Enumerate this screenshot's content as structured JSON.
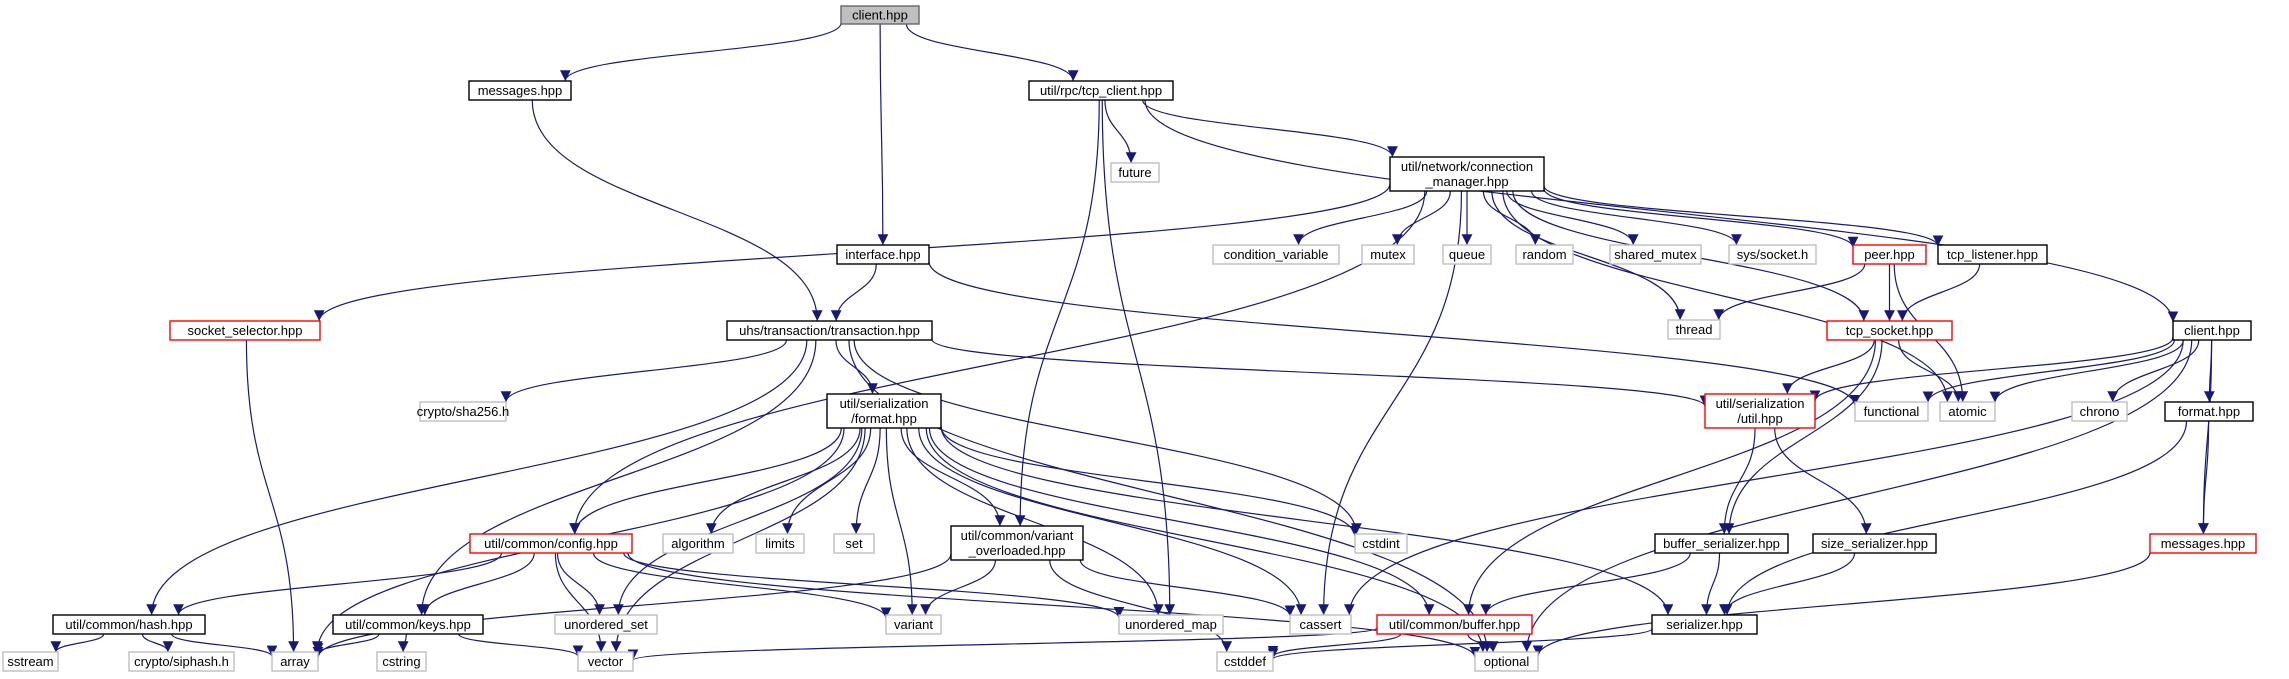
{
  "colors": {
    "edge": "#191970",
    "node_border": "#000000",
    "node_border_red": "#ff0000",
    "node_border_gray": "#bfbfbf",
    "root_fill": "#bfbfbf",
    "node_fill": "#ffffff"
  },
  "nodes": [
    {
      "id": "client",
      "lines": [
        "client.hpp"
      ],
      "style": "root"
    },
    {
      "id": "messages_top",
      "lines": [
        "messages.hpp"
      ],
      "style": "black"
    },
    {
      "id": "tcp_client",
      "lines": [
        "util/rpc/tcp_client.hpp"
      ],
      "style": "black"
    },
    {
      "id": "future",
      "lines": [
        "future"
      ],
      "style": "gray"
    },
    {
      "id": "conn_mgr",
      "lines": [
        "util/network/connection",
        "_manager.hpp"
      ],
      "style": "black"
    },
    {
      "id": "interface",
      "lines": [
        "interface.hpp"
      ],
      "style": "black"
    },
    {
      "id": "transaction",
      "lines": [
        "uhs/transaction/transaction.hpp"
      ],
      "style": "black"
    },
    {
      "id": "socket_selector",
      "lines": [
        "socket_selector.hpp"
      ],
      "style": "red"
    },
    {
      "id": "condition_variable",
      "lines": [
        "condition_variable"
      ],
      "style": "gray"
    },
    {
      "id": "mutex",
      "lines": [
        "mutex"
      ],
      "style": "gray"
    },
    {
      "id": "queue",
      "lines": [
        "queue"
      ],
      "style": "gray"
    },
    {
      "id": "random",
      "lines": [
        "random"
      ],
      "style": "gray"
    },
    {
      "id": "shared_mutex",
      "lines": [
        "shared_mutex"
      ],
      "style": "gray"
    },
    {
      "id": "sys_socket",
      "lines": [
        "sys/socket.h"
      ],
      "style": "gray"
    },
    {
      "id": "peer",
      "lines": [
        "peer.hpp"
      ],
      "style": "red"
    },
    {
      "id": "tcp_listener",
      "lines": [
        "tcp_listener.hpp"
      ],
      "style": "black"
    },
    {
      "id": "thread",
      "lines": [
        "thread"
      ],
      "style": "gray"
    },
    {
      "id": "tcp_socket",
      "lines": [
        "tcp_socket.hpp"
      ],
      "style": "red"
    },
    {
      "id": "client2",
      "lines": [
        "client.hpp"
      ],
      "style": "black"
    },
    {
      "id": "crypto_sha256",
      "lines": [
        "crypto/sha256.h"
      ],
      "style": "gray"
    },
    {
      "id": "format",
      "lines": [
        "util/serialization",
        "/format.hpp"
      ],
      "style": "black"
    },
    {
      "id": "ser_util",
      "lines": [
        "util/serialization",
        "/util.hpp"
      ],
      "style": "red"
    },
    {
      "id": "functional",
      "lines": [
        "functional"
      ],
      "style": "gray"
    },
    {
      "id": "atomic",
      "lines": [
        "atomic"
      ],
      "style": "gray"
    },
    {
      "id": "chrono",
      "lines": [
        "chrono"
      ],
      "style": "gray"
    },
    {
      "id": "format2",
      "lines": [
        "format.hpp"
      ],
      "style": "black"
    },
    {
      "id": "config",
      "lines": [
        "util/common/config.hpp"
      ],
      "style": "red"
    },
    {
      "id": "algorithm",
      "lines": [
        "algorithm"
      ],
      "style": "gray"
    },
    {
      "id": "limits",
      "lines": [
        "limits"
      ],
      "style": "gray"
    },
    {
      "id": "set",
      "lines": [
        "set"
      ],
      "style": "gray"
    },
    {
      "id": "variant_overloaded",
      "lines": [
        "util/common/variant",
        "_overloaded.hpp"
      ],
      "style": "black"
    },
    {
      "id": "cstdint",
      "lines": [
        "cstdint"
      ],
      "style": "gray"
    },
    {
      "id": "buffer_serializer",
      "lines": [
        "buffer_serializer.hpp"
      ],
      "style": "black"
    },
    {
      "id": "size_serializer",
      "lines": [
        "size_serializer.hpp"
      ],
      "style": "black"
    },
    {
      "id": "messages2",
      "lines": [
        "messages.hpp"
      ],
      "style": "red"
    },
    {
      "id": "hash",
      "lines": [
        "util/common/hash.hpp"
      ],
      "style": "black"
    },
    {
      "id": "keys",
      "lines": [
        "util/common/keys.hpp"
      ],
      "style": "black"
    },
    {
      "id": "unordered_set",
      "lines": [
        "unordered_set"
      ],
      "style": "gray"
    },
    {
      "id": "variant",
      "lines": [
        "variant"
      ],
      "style": "gray"
    },
    {
      "id": "unordered_map",
      "lines": [
        "unordered_map"
      ],
      "style": "gray"
    },
    {
      "id": "cassert",
      "lines": [
        "cassert"
      ],
      "style": "gray"
    },
    {
      "id": "buffer",
      "lines": [
        "util/common/buffer.hpp"
      ],
      "style": "red"
    },
    {
      "id": "serializer",
      "lines": [
        "serializer.hpp"
      ],
      "style": "black"
    },
    {
      "id": "sstream",
      "lines": [
        "sstream"
      ],
      "style": "gray"
    },
    {
      "id": "crypto_siphash",
      "lines": [
        "crypto/siphash.h"
      ],
      "style": "gray"
    },
    {
      "id": "array",
      "lines": [
        "array"
      ],
      "style": "gray"
    },
    {
      "id": "cstring",
      "lines": [
        "cstring"
      ],
      "style": "gray"
    },
    {
      "id": "vector",
      "lines": [
        "vector"
      ],
      "style": "gray"
    },
    {
      "id": "cstddef",
      "lines": [
        "cstddef"
      ],
      "style": "gray"
    },
    {
      "id": "optional",
      "lines": [
        "optional"
      ],
      "style": "gray"
    }
  ],
  "edges": [
    [
      "client",
      "messages_top"
    ],
    [
      "client",
      "interface"
    ],
    [
      "client",
      "tcp_client"
    ],
    [
      "messages_top",
      "transaction"
    ],
    [
      "tcp_client",
      "future"
    ],
    [
      "tcp_client",
      "conn_mgr"
    ],
    [
      "tcp_client",
      "variant_overloaded"
    ],
    [
      "tcp_client",
      "unordered_map"
    ],
    [
      "tcp_client",
      "client2"
    ],
    [
      "conn_mgr",
      "socket_selector"
    ],
    [
      "conn_mgr",
      "config"
    ],
    [
      "conn_mgr",
      "condition_variable"
    ],
    [
      "conn_mgr",
      "mutex"
    ],
    [
      "conn_mgr",
      "queue"
    ],
    [
      "conn_mgr",
      "random"
    ],
    [
      "conn_mgr",
      "shared_mutex"
    ],
    [
      "conn_mgr",
      "sys_socket"
    ],
    [
      "conn_mgr",
      "peer"
    ],
    [
      "conn_mgr",
      "tcp_listener"
    ],
    [
      "conn_mgr",
      "tcp_socket"
    ],
    [
      "conn_mgr",
      "thread"
    ],
    [
      "conn_mgr",
      "cassert"
    ],
    [
      "conn_mgr",
      "atomic"
    ],
    [
      "interface",
      "transaction"
    ],
    [
      "interface",
      "functional"
    ],
    [
      "transaction",
      "crypto_sha256"
    ],
    [
      "transaction",
      "format"
    ],
    [
      "transaction",
      "ser_util"
    ],
    [
      "transaction",
      "hash"
    ],
    [
      "transaction",
      "keys"
    ],
    [
      "transaction",
      "cstdint"
    ],
    [
      "transaction",
      "optional"
    ],
    [
      "socket_selector",
      "array"
    ],
    [
      "peer",
      "thread"
    ],
    [
      "peer",
      "tcp_socket"
    ],
    [
      "peer",
      "atomic"
    ],
    [
      "tcp_listener",
      "tcp_socket"
    ],
    [
      "tcp_socket",
      "ser_util"
    ],
    [
      "tcp_socket",
      "buffer_serializer"
    ],
    [
      "tcp_socket",
      "buffer"
    ],
    [
      "tcp_socket",
      "atomic"
    ],
    [
      "client2",
      "functional"
    ],
    [
      "client2",
      "atomic"
    ],
    [
      "client2",
      "chrono"
    ],
    [
      "client2",
      "format2"
    ],
    [
      "client2",
      "messages2"
    ],
    [
      "client2",
      "ser_util"
    ],
    [
      "client2",
      "cassert"
    ],
    [
      "client2",
      "optional"
    ],
    [
      "format2",
      "messages2"
    ],
    [
      "format2",
      "serializer"
    ],
    [
      "format",
      "config"
    ],
    [
      "format",
      "algorithm"
    ],
    [
      "format",
      "limits"
    ],
    [
      "format",
      "set"
    ],
    [
      "format",
      "variant_overloaded"
    ],
    [
      "format",
      "variant"
    ],
    [
      "format",
      "cstdint"
    ],
    [
      "format",
      "unordered_map"
    ],
    [
      "format",
      "cassert"
    ],
    [
      "format",
      "buffer"
    ],
    [
      "format",
      "serializer"
    ],
    [
      "format",
      "array"
    ],
    [
      "format",
      "vector"
    ],
    [
      "format",
      "optional"
    ],
    [
      "format",
      "unordered_set"
    ],
    [
      "ser_util",
      "buffer_serializer"
    ],
    [
      "ser_util",
      "size_serializer"
    ],
    [
      "buffer_serializer",
      "serializer"
    ],
    [
      "buffer_serializer",
      "buffer"
    ],
    [
      "size_serializer",
      "serializer"
    ],
    [
      "messages2",
      "optional"
    ],
    [
      "config",
      "hash"
    ],
    [
      "config",
      "keys"
    ],
    [
      "config",
      "unordered_set"
    ],
    [
      "config",
      "variant"
    ],
    [
      "config",
      "unordered_map"
    ],
    [
      "config",
      "vector"
    ],
    [
      "config",
      "optional"
    ],
    [
      "variant_overloaded",
      "variant"
    ],
    [
      "variant_overloaded",
      "cassert"
    ],
    [
      "variant_overloaded",
      "cstddef"
    ],
    [
      "variant_overloaded",
      "array"
    ],
    [
      "hash",
      "sstream"
    ],
    [
      "hash",
      "crypto_siphash"
    ],
    [
      "hash",
      "array"
    ],
    [
      "keys",
      "cstring"
    ],
    [
      "keys",
      "array"
    ],
    [
      "keys",
      "vector"
    ],
    [
      "buffer",
      "cstddef"
    ],
    [
      "buffer",
      "optional"
    ],
    [
      "buffer",
      "vector"
    ],
    [
      "serializer",
      "cstddef"
    ]
  ]
}
